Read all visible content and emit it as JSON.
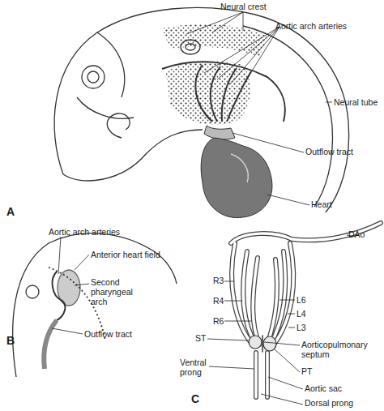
{
  "diagram": {
    "labels": [
      "Neural crest",
      "Aortic arch arteries",
      "Neural tube",
      "Outflow tract",
      "Heart",
      "A",
      "Aortic arch arteries",
      "Anterior heart field",
      "Second pharyngeal arch",
      "Outflow tract",
      "B",
      "DAo",
      "R3",
      "R4",
      "R6",
      "L6",
      "L4",
      "L3",
      "ST",
      "Aorticopulmonary septum",
      "PT",
      "Ventral prong",
      "Aortic sac",
      "Dorsal prong",
      "C"
    ]
  }
}
